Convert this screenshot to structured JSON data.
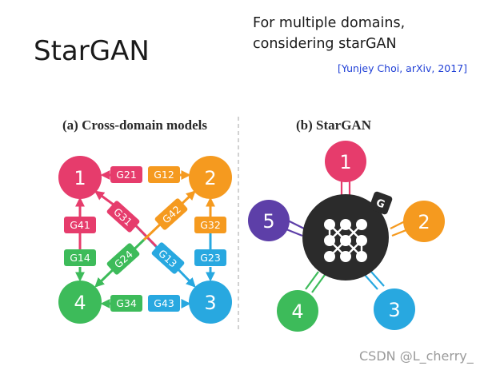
{
  "slide": {
    "title": "StarGAN",
    "subtitle_line1": "For multiple domains,",
    "subtitle_line2": "considering starGAN",
    "citation": "[Yunjey Choi, arXiv, 2017]",
    "watermark": "CSDN @L_cherry_"
  },
  "figure": {
    "panel_a_title": "(a) Cross-domain models",
    "panel_b_title": "(b) StarGAN",
    "colors": {
      "domain1": "#e63c6c",
      "domain2": "#f59a1f",
      "domain3": "#28a8e0",
      "domain4": "#3dbb5a",
      "domain5": "#5d3fa8",
      "hub": "#2b2b2b"
    },
    "cross_domain": {
      "nodes": [
        {
          "id": "1",
          "label": "1",
          "color": "#e63c6c"
        },
        {
          "id": "2",
          "label": "2",
          "color": "#f59a1f"
        },
        {
          "id": "3",
          "label": "3",
          "color": "#28a8e0"
        },
        {
          "id": "4",
          "label": "4",
          "color": "#3dbb5a"
        }
      ],
      "generators": [
        {
          "label": "G21",
          "color": "#e63c6c"
        },
        {
          "label": "G12",
          "color": "#f59a1f"
        },
        {
          "label": "G41",
          "color": "#e63c6c"
        },
        {
          "label": "G14",
          "color": "#3dbb5a"
        },
        {
          "label": "G32",
          "color": "#f59a1f"
        },
        {
          "label": "G23",
          "color": "#28a8e0"
        },
        {
          "label": "G34",
          "color": "#3dbb5a"
        },
        {
          "label": "G43",
          "color": "#28a8e0"
        },
        {
          "label": "G31",
          "color": "#e63c6c"
        },
        {
          "label": "G13",
          "color": "#28a8e0"
        },
        {
          "label": "G42",
          "color": "#f59a1f"
        },
        {
          "label": "G24",
          "color": "#3dbb5a"
        }
      ]
    },
    "stargan": {
      "generator_label": "G",
      "nodes": [
        {
          "id": "1",
          "label": "1",
          "color": "#e63c6c"
        },
        {
          "id": "2",
          "label": "2",
          "color": "#f59a1f"
        },
        {
          "id": "3",
          "label": "3",
          "color": "#28a8e0"
        },
        {
          "id": "4",
          "label": "4",
          "color": "#3dbb5a"
        },
        {
          "id": "5",
          "label": "5",
          "color": "#5d3fa8"
        }
      ]
    }
  }
}
